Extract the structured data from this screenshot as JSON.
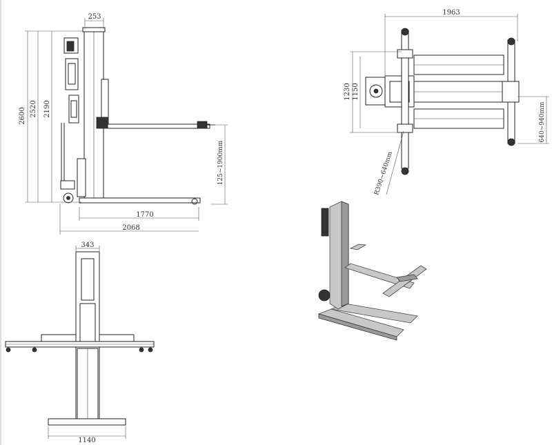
{
  "drawing": {
    "side_view": {
      "dims": {
        "top_width": "253",
        "height_overall": "2600",
        "height_2": "2520",
        "height_3": "2190",
        "lift_range": "125~1900mm",
        "arm_length": "1770",
        "base_length": "2068"
      }
    },
    "top_view": {
      "dims": {
        "overall_width": "1963",
        "width_1": "1230",
        "width_2": "1150",
        "arm_span": "640~940mm",
        "arm_reach": "R390~640mm"
      }
    },
    "front_view": {
      "dims": {
        "column_width": "343",
        "base_width": "1140"
      }
    }
  }
}
